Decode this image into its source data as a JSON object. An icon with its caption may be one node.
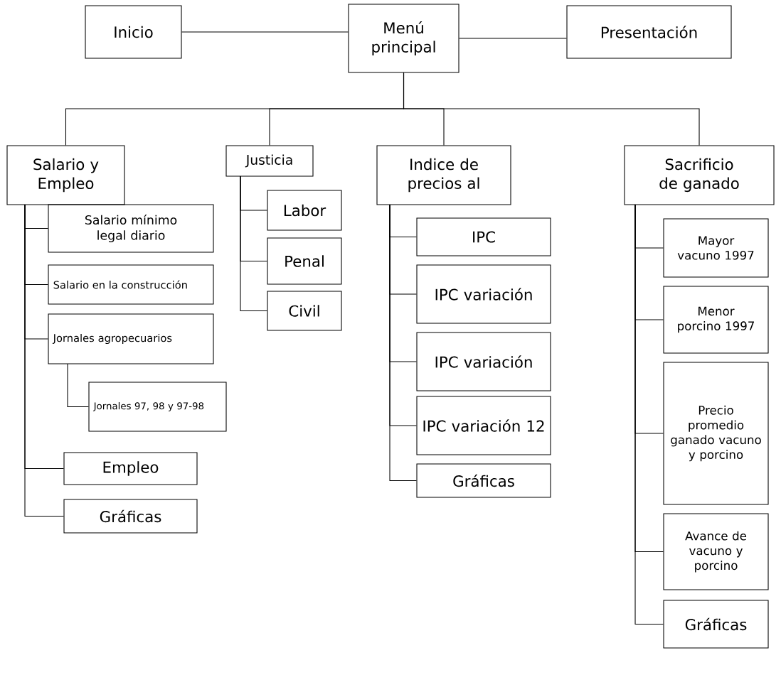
{
  "diagram": {
    "nodes": [
      {
        "text": [
          "Inicio"
        ]
      },
      {
        "text": [
          "Menú principal"
        ]
      },
      {
        "text": [
          "Presentación"
        ]
      },
      {
        "text": [
          "Salario y Empleo"
        ]
      },
      {
        "text": [
          "Justicia"
        ]
      },
      {
        "text": [
          "Indice de precios al"
        ]
      },
      {
        "text": [
          "Sacrificio de ganado"
        ]
      },
      {
        "text": [
          "Salario mínimo legal diario"
        ]
      },
      {
        "text": [
          "Salario en la construcción"
        ]
      },
      {
        "text": [
          "Jornales agropecuarios"
        ]
      },
      {
        "text": [
          "Jornales 97, 98 y 97-98"
        ]
      },
      {
        "text": [
          "Empleo"
        ]
      },
      {
        "text": [
          "Gráficas"
        ]
      },
      {
        "text": [
          "Labor"
        ]
      },
      {
        "text": [
          "Penal"
        ]
      },
      {
        "text": [
          "Civil"
        ]
      },
      {
        "text": [
          "IPC"
        ]
      },
      {
        "text": [
          "IPC variación"
        ]
      },
      {
        "text": [
          "IPC variación"
        ]
      },
      {
        "text": [
          "IPC variación 12"
        ]
      },
      {
        "text": [
          "Gráficas"
        ]
      },
      {
        "text": [
          "Mayor vacuno 1997"
        ]
      },
      {
        "text": [
          "Menor porcino 1997"
        ]
      },
      {
        "text": [
          "Precio promedio ganado vacuno y porcino"
        ]
      },
      {
        "text": [
          "Avance de vacuno y porcino"
        ]
      },
      {
        "text": [
          "Gráficas"
        ]
      }
    ],
    "edges": [
      {
        "from": 0,
        "to": 1,
        "arrow": "none"
      },
      {
        "from": 1,
        "to": 2,
        "arrow": "none"
      },
      {
        "from": 1,
        "to": 3,
        "arrow": "none"
      },
      {
        "from": 1,
        "to": 4,
        "arrow": "none"
      },
      {
        "from": 1,
        "to": 5,
        "arrow": "none"
      },
      {
        "from": 1,
        "to": 6,
        "arrow": "none"
      },
      {
        "from": 3,
        "to": 7,
        "arrow": "none"
      },
      {
        "from": 3,
        "to": 8,
        "arrow": "none"
      },
      {
        "from": 3,
        "to": 9,
        "arrow": "none"
      },
      {
        "from": 9,
        "to": 10,
        "arrow": "none"
      },
      {
        "from": 3,
        "to": 11,
        "arrow": "none"
      },
      {
        "from": 3,
        "to": 12,
        "arrow": "none"
      },
      {
        "from": 4,
        "to": 13,
        "arrow": "none"
      },
      {
        "from": 4,
        "to": 14,
        "arrow": "none"
      },
      {
        "from": 4,
        "to": 15,
        "arrow": "none"
      },
      {
        "from": 5,
        "to": 16,
        "arrow": "none"
      },
      {
        "from": 5,
        "to": 17,
        "arrow": "none"
      },
      {
        "from": 5,
        "to": 18,
        "arrow": "none"
      },
      {
        "from": 5,
        "to": 19,
        "arrow": "none"
      },
      {
        "from": 5,
        "to": 20,
        "arrow": "none"
      },
      {
        "from": 6,
        "to": 21,
        "arrow": "none"
      },
      {
        "from": 6,
        "to": 22,
        "arrow": "none"
      },
      {
        "from": 6,
        "to": 23,
        "arrow": "none"
      },
      {
        "from": 6,
        "to": 24,
        "arrow": "none"
      },
      {
        "from": 6,
        "to": 25,
        "arrow": "none"
      }
    ]
  }
}
